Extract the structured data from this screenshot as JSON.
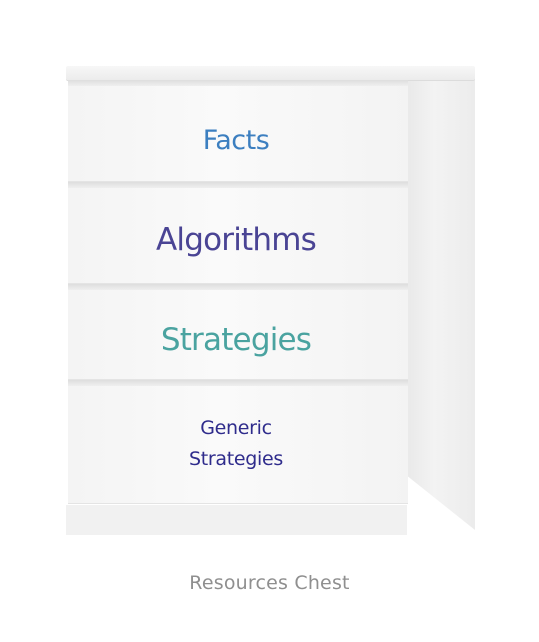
{
  "drawers": [
    {
      "label": "Facts"
    },
    {
      "label": "Algorithms"
    },
    {
      "label": "Strategies"
    },
    {
      "label_line1": "Generic",
      "label_line2": "Strategies"
    }
  ],
  "caption": "Resources Chest",
  "colors": {
    "facts": "#3c7fc0",
    "algorithms": "#4a4494",
    "strategies": "#4aa3a0",
    "generic_strategies": "#2f2c8c",
    "caption": "#8f8f8f",
    "chest": "#f4f4f4"
  }
}
